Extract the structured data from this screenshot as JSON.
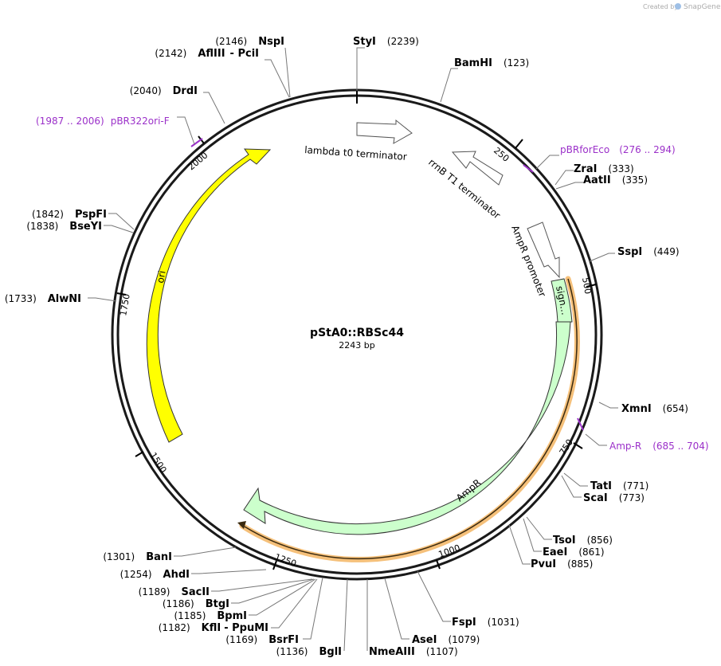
{
  "credit": {
    "prefix": "Created by",
    "brand": "SnapGene"
  },
  "plasmid": {
    "name": "pStA0::RBSc44",
    "size": "2243 bp"
  },
  "restriction_sites": [
    {
      "name": "StyI",
      "pos": "(2239)"
    },
    {
      "name": "BamHI",
      "pos": "(123)"
    },
    {
      "name": "ZraI",
      "pos": "(333)"
    },
    {
      "name": "AatII",
      "pos": "(335)"
    },
    {
      "name": "SspI",
      "pos": "(449)"
    },
    {
      "name": "XmnI",
      "pos": "(654)"
    },
    {
      "name": "TatI",
      "pos": "(771)"
    },
    {
      "name": "ScaI",
      "pos": "(773)"
    },
    {
      "name": "TsoI",
      "pos": "(856)"
    },
    {
      "name": "EaeI",
      "pos": "(861)"
    },
    {
      "name": "PvuI",
      "pos": "(885)"
    },
    {
      "name": "FspI",
      "pos": "(1031)"
    },
    {
      "name": "AseI",
      "pos": "(1079)"
    },
    {
      "name": "NmeAIII",
      "pos": "(1107)"
    },
    {
      "name": "BglI",
      "pos": "(1136)"
    },
    {
      "name": "BsrFI",
      "pos": "(1169)"
    },
    {
      "name": "KflI",
      "pos": "(1182)"
    },
    {
      "name": "- PpuMI",
      "pos": ""
    },
    {
      "name": "BpmI",
      "pos": "(1185)"
    },
    {
      "name": "BtgI",
      "pos": "(1186)"
    },
    {
      "name": "SacII",
      "pos": "(1189)"
    },
    {
      "name": "AhdI",
      "pos": "(1254)"
    },
    {
      "name": "BanI",
      "pos": "(1301)"
    },
    {
      "name": "AlwNI",
      "pos": "(1733)"
    },
    {
      "name": "BseYI",
      "pos": "(1838)"
    },
    {
      "name": "PspFI",
      "pos": "(1842)"
    },
    {
      "name": "DrdI",
      "pos": "(2040)"
    },
    {
      "name": "AflIII",
      "pos": "(2142)"
    },
    {
      "name": "- PciI",
      "pos": ""
    },
    {
      "name": "NspI",
      "pos": "(2146)"
    }
  ],
  "primers": [
    {
      "name": "pBRforEco",
      "range": "(276 .. 294)"
    },
    {
      "name": "Amp-R",
      "range": "(685 .. 704)"
    },
    {
      "name": "pBR322ori-F",
      "range": "(1987 .. 2006)"
    }
  ],
  "features": {
    "lambda": "lambda t0 terminator",
    "rrnb": "rrnB T1 terminator",
    "ampr_promoter": "AmpR promoter",
    "signal": "sign…",
    "ampr": "AmpR",
    "ori": "ori"
  },
  "ticks": [
    "250",
    "500",
    "750",
    "1000",
    "1250",
    "1500",
    "1750",
    "2000"
  ],
  "colors": {
    "backbone": "#1a1a1a",
    "ori": "#ffff00",
    "ampr": "#ccffcc",
    "orf": "#f5c07a",
    "primer": "#9b30c9"
  }
}
